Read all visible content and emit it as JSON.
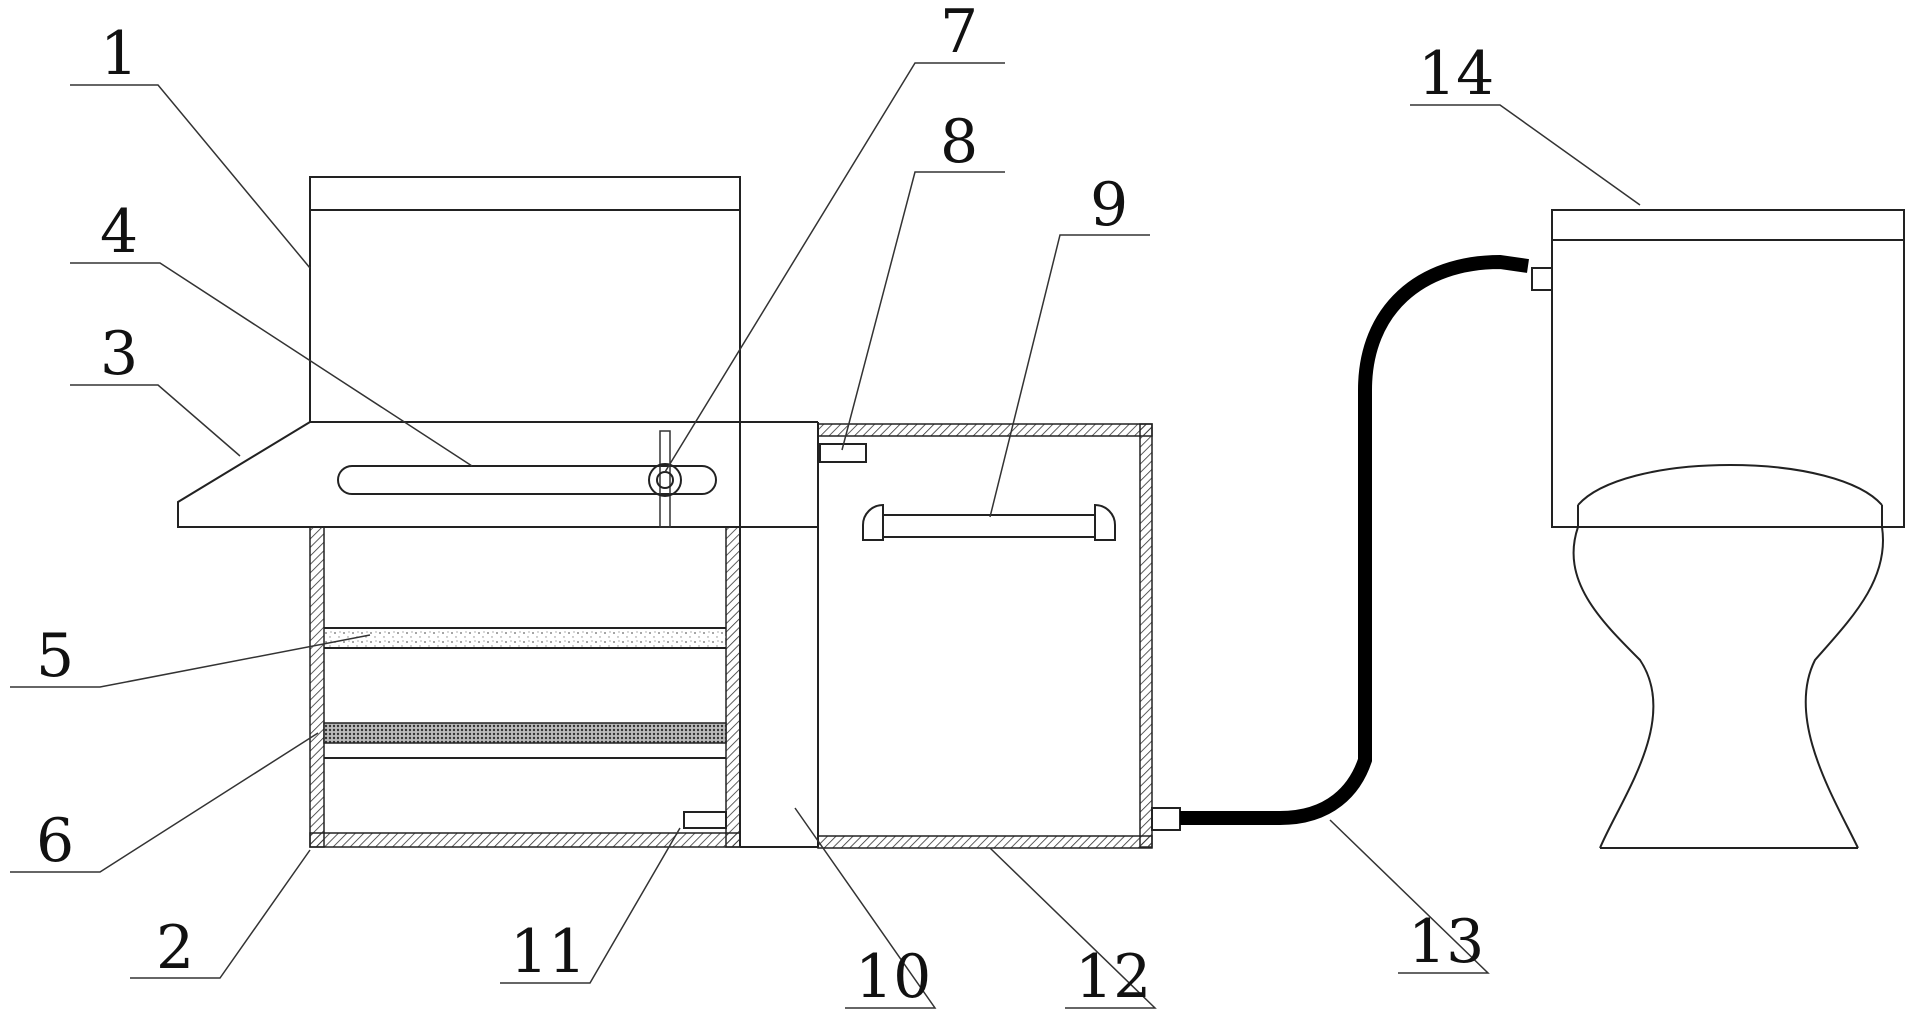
{
  "labels": {
    "l1": "1",
    "l2": "2",
    "l3": "3",
    "l4": "4",
    "l5": "5",
    "l6": "6",
    "l7": "7",
    "l8": "8",
    "l9": "9",
    "l10": "10",
    "l11": "11",
    "l12": "12",
    "l13": "13",
    "l14": "14"
  },
  "colors": {
    "line": "#222222",
    "hose": "#000000",
    "background": "#ffffff"
  }
}
